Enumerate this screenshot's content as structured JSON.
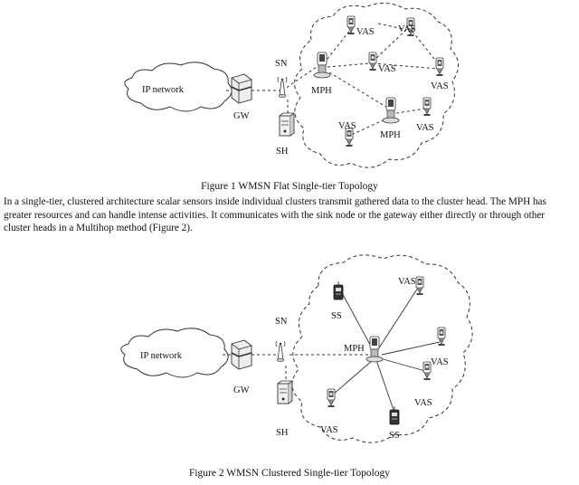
{
  "labels": {
    "ip_network": "IP network",
    "gw": "GW",
    "sn": "SN",
    "sh": "SH",
    "mph": "MPH",
    "vas": "VAS",
    "ss": "SS"
  },
  "figure1": {
    "caption": "Figure 1 WMSN Flat Single-tier Topology"
  },
  "paragraph": "In a single-tier, clustered architecture scalar sensors inside individual clusters transmit gathered data to the cluster head. The MPH has greater resources and can handle intense activities. It communicates with the sink node or the gateway either directly or through other cluster heads in a Multihop method (Figure 2).",
  "figure2": {
    "caption": "Figure 2 WMSN Clustered Single-tier Topology"
  }
}
